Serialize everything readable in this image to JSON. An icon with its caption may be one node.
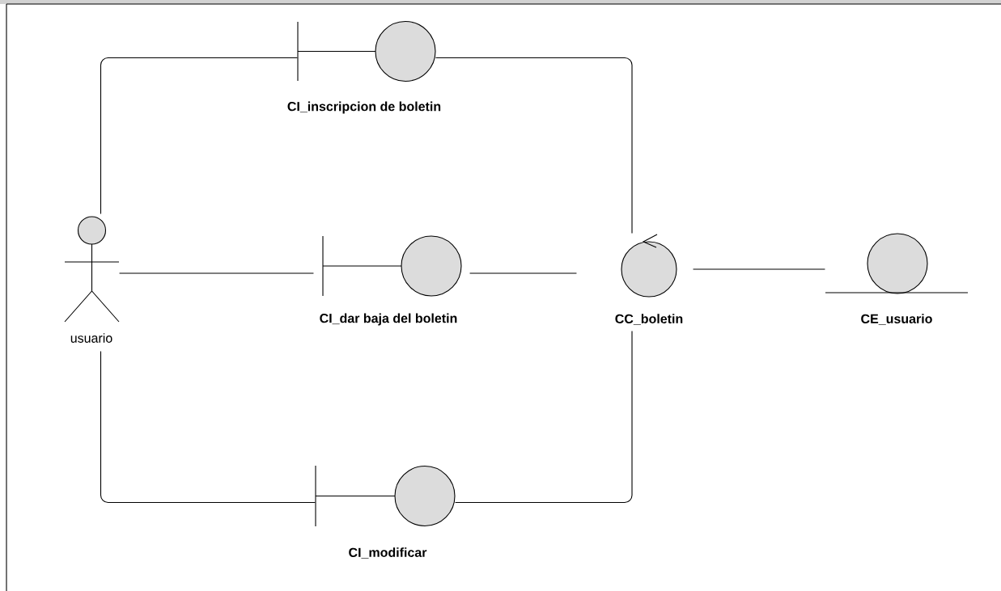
{
  "diagram": {
    "nodes": [
      {
        "text": [
          "usuario"
        ]
      },
      {
        "text": [
          "CI_inscripcion de boletin"
        ]
      },
      {
        "text": [
          "CI_dar baja del boletin"
        ]
      },
      {
        "text": [
          "CI_modificar"
        ]
      },
      {
        "text": [
          "CC_boletin"
        ]
      },
      {
        "text": [
          "CE_usuario"
        ]
      }
    ],
    "edges": [
      {
        "from": 0,
        "to": 1,
        "arrow": "none"
      },
      {
        "from": 1,
        "to": 4,
        "arrow": "none"
      },
      {
        "from": 0,
        "to": 2,
        "arrow": "none"
      },
      {
        "from": 2,
        "to": 4,
        "arrow": "none"
      },
      {
        "from": 0,
        "to": 3,
        "arrow": "none"
      },
      {
        "from": 3,
        "to": 4,
        "arrow": "none"
      },
      {
        "from": 4,
        "to": 5,
        "arrow": "none"
      }
    ]
  }
}
